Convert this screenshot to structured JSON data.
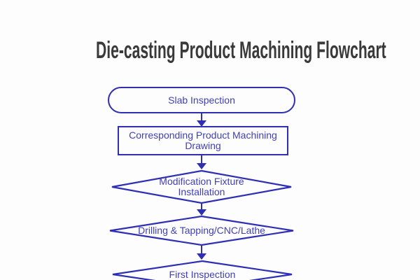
{
  "title": "Die-casting Product Machining Flowchart",
  "colors": {
    "accent": "#2f2fb3",
    "label_text": "#4040b5",
    "title_text": "#3a3a3a",
    "background": "#fdfdfd"
  },
  "flowchart": {
    "nodes": [
      {
        "id": "slab-inspection",
        "shape": "terminator",
        "lines": [
          "Slab Inspection"
        ]
      },
      {
        "id": "product-machining-drawing",
        "shape": "process",
        "lines": [
          "Corresponding Product Machining",
          "Drawing"
        ]
      },
      {
        "id": "modification-fixture-installation",
        "shape": "decision",
        "lines": [
          "Modification Fixture",
          "Installation"
        ]
      },
      {
        "id": "drilling-tapping-cnc-lathe",
        "shape": "decision",
        "lines": [
          "Drilling & Tapping/CNC/Lathe"
        ]
      },
      {
        "id": "first-inspection",
        "shape": "decision",
        "lines": [
          "First Inspection"
        ]
      }
    ],
    "connections": [
      {
        "from": "slab-inspection",
        "to": "product-machining-drawing"
      },
      {
        "from": "product-machining-drawing",
        "to": "modification-fixture-installation"
      },
      {
        "from": "modification-fixture-installation",
        "to": "drilling-tapping-cnc-lathe"
      },
      {
        "from": "drilling-tapping-cnc-lathe",
        "to": "first-inspection"
      }
    ]
  }
}
